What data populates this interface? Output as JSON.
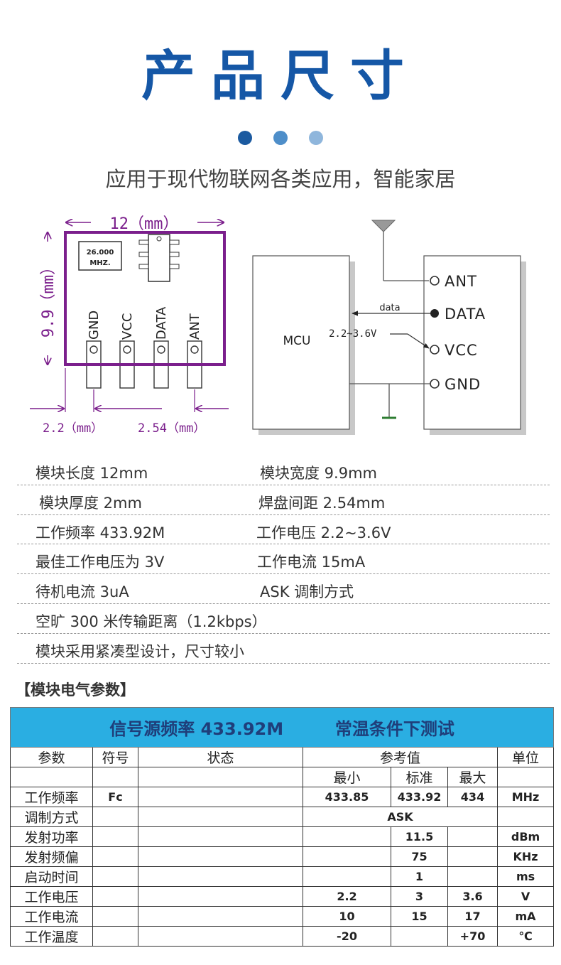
{
  "header": {
    "title": "产品尺寸",
    "subtitle": "应用于现代物联网各类应用，智能家居",
    "dot_colors": [
      "#1b5aa0",
      "#4e8ec9",
      "#8fb6dc"
    ]
  },
  "module_drawing": {
    "width_label": "12（mm）",
    "height_label": "9.9（mm）",
    "crystal_freq": "26.000",
    "crystal_unit": "MHZ.",
    "pins": [
      "GND",
      "VCC",
      "DATA",
      "ANT"
    ],
    "pitch_left_label": "2.2（mm）",
    "pitch_right_label": "2.54（mm）",
    "outline_color": "#7b1f8c"
  },
  "wiring": {
    "mcu_label": "MCU",
    "data_line_label": "data",
    "voltage_label": "2.2~3.6V",
    "module_pins": [
      "ANT",
      "DATA",
      "VCC",
      "GND"
    ]
  },
  "specs": [
    [
      "模块长度 12mm",
      "模块宽度 9.9mm"
    ],
    [
      "模块厚度 2mm",
      "焊盘间距 2.54mm"
    ],
    [
      "工作频率 433.92M",
      "工作电压 2.2~3.6V"
    ],
    [
      "最佳工作电压为 3V",
      "工作电流 15mA"
    ],
    [
      "待机电流 3uA",
      "ASK 调制方式"
    ],
    [
      "空旷 300 米传输距离（1.2kbps）",
      ""
    ],
    [
      "模块采用紧凑型设计，尺寸较小",
      ""
    ]
  ],
  "electrical": {
    "section_title": "【模块电气参数】",
    "header_left": "信号源频率 433.92M",
    "header_right": "常温条件下测试",
    "columns": {
      "param": "参数",
      "symbol": "符号",
      "state": "状态",
      "ref": "参考值",
      "unit": "单位",
      "min": "最小",
      "typ": "标准",
      "max": "最大"
    },
    "rows": [
      {
        "name": "工作频率",
        "symbol": "Fc",
        "min": "433.85",
        "typ": "433.92",
        "max": "434",
        "unit": "MHz"
      },
      {
        "name": "调制方式",
        "merged": "ASK"
      },
      {
        "name": "发射功率",
        "typ": "11.5",
        "unit": "dBm"
      },
      {
        "name": "发射频偏",
        "typ": "75",
        "unit": "KHz"
      },
      {
        "name": "启动时间",
        "typ": "1",
        "unit": "ms"
      },
      {
        "name": "工作电压",
        "min": "2.2",
        "typ": "3",
        "max": "3.6",
        "unit": "V"
      },
      {
        "name": "工作电流",
        "min": "10",
        "typ": "15",
        "max": "17",
        "unit": "mA"
      },
      {
        "name": "工作温度",
        "min": "-20",
        "max": "+70",
        "unit": "℃"
      }
    ]
  }
}
